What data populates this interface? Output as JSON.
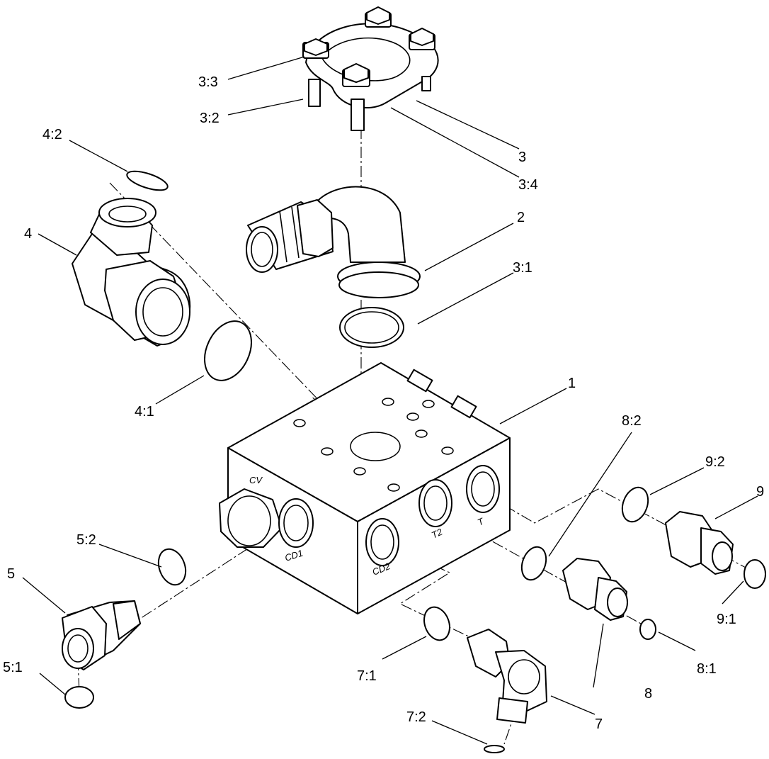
{
  "diagram": {
    "port_labels": {
      "cv": "CV",
      "cd1": "CD1",
      "cd2": "CD2",
      "t2": "T2",
      "t": "T"
    },
    "callouts": {
      "c1": "1",
      "c2": "2",
      "c3": "3",
      "c3_1": "3:1",
      "c3_2": "3:2",
      "c3_3": "3:3",
      "c3_4": "3:4",
      "c4": "4",
      "c4_1": "4:1",
      "c4_2": "4:2",
      "c5": "5",
      "c5_1": "5:1",
      "c5_2": "5:2",
      "c7": "7",
      "c7_1": "7:1",
      "c7_2": "7:2",
      "c8": "8",
      "c8_1": "8:1",
      "c8_2": "8:2",
      "c9": "9",
      "c9_1": "9:1",
      "c9_2": "9:2"
    }
  }
}
